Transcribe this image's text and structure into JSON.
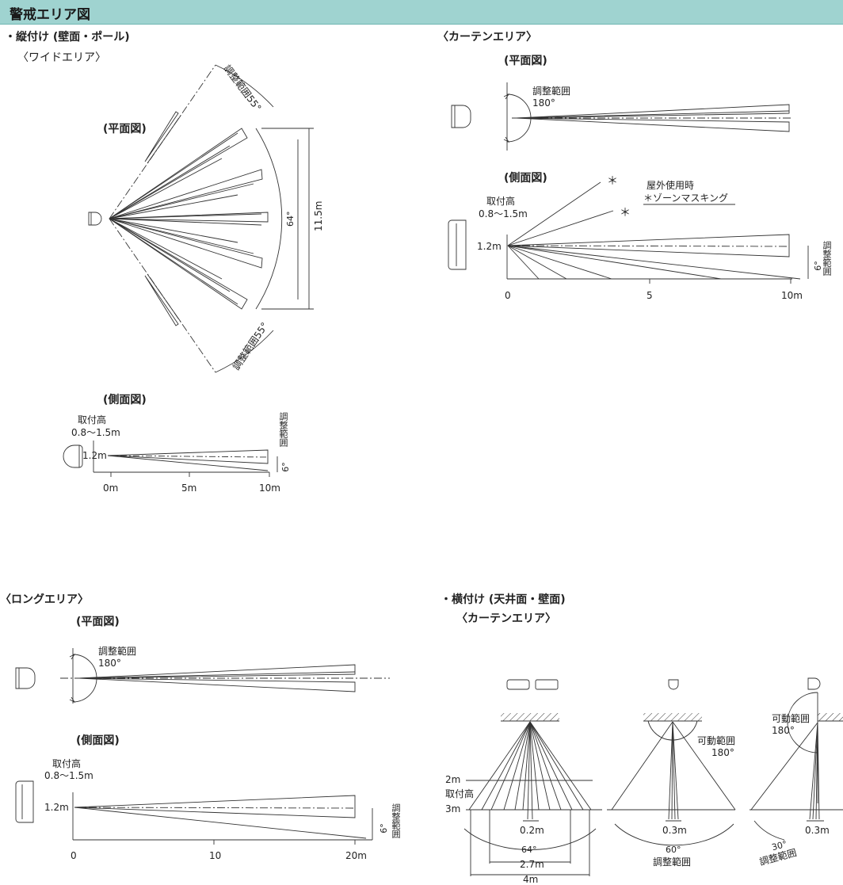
{
  "header": {
    "title": "警戒エリア図"
  },
  "sections": {
    "vertical_mount": {
      "title": "・縦付け (壁面・ポール)",
      "wide_area": "〈ワイドエリア〉",
      "plan_view": "(平面図)",
      "side_view": "(側面図)",
      "adjust_upper": "調整範囲55°",
      "adjust_lower": "調整範囲55°",
      "angle": "64°",
      "width": "11.5m",
      "mount_height_label": "取付高",
      "mount_height_range": "0.8〜1.5m",
      "height": "1.2m",
      "adjust_side": "調整範囲",
      "side_angle": "6°",
      "ticks": [
        "0m",
        "5m",
        "10m"
      ]
    },
    "curtain_area": {
      "title": "〈カーテンエリア〉",
      "plan_view": "(平面図)",
      "side_view": "(側面図)",
      "adjust": "調整範囲",
      "adjust_angle": "180°",
      "outdoor": "屋外使用時",
      "zone_masking": "＊ゾーンマスキング",
      "asterisk": "＊",
      "mount_height_label": "取付高",
      "mount_height_range": "0.8〜1.5m",
      "height": "1.2m",
      "side_adjust": "調整範囲",
      "side_angle": "6°",
      "ticks": [
        "0",
        "5",
        "10m"
      ]
    },
    "long_area": {
      "title": "〈ロングエリア〉",
      "plan_view": "(平面図)",
      "side_view": "(側面図)",
      "adjust": "調整範囲",
      "adjust_angle": "180°",
      "mount_height_label": "取付高",
      "mount_height_range": "0.8〜1.5m",
      "height": "1.2m",
      "side_adjust": "調整範囲",
      "side_angle": "6°",
      "ticks": [
        "0",
        "10",
        "20m"
      ]
    },
    "horizontal_mount": {
      "title": "・横付け (天井面・壁面)",
      "curtain": "〈カーテンエリア〉",
      "height_2m": "2m",
      "mount_height_label": "取付高",
      "height_3m": "3m",
      "width_02": "0.2m",
      "angle_64": "64°",
      "width_27": "2.7m",
      "width_4": "4m",
      "movable_mid": "可動範囲",
      "movable_mid_angle": "180°",
      "width_03_mid": "0.3m",
      "angle_60": "60°",
      "adjust_mid": "調整範囲",
      "movable_right": "可動範囲",
      "movable_right_angle": "180°",
      "width_03_right": "0.3m",
      "angle_30": "30°",
      "adjust_right": "調整範囲"
    }
  }
}
